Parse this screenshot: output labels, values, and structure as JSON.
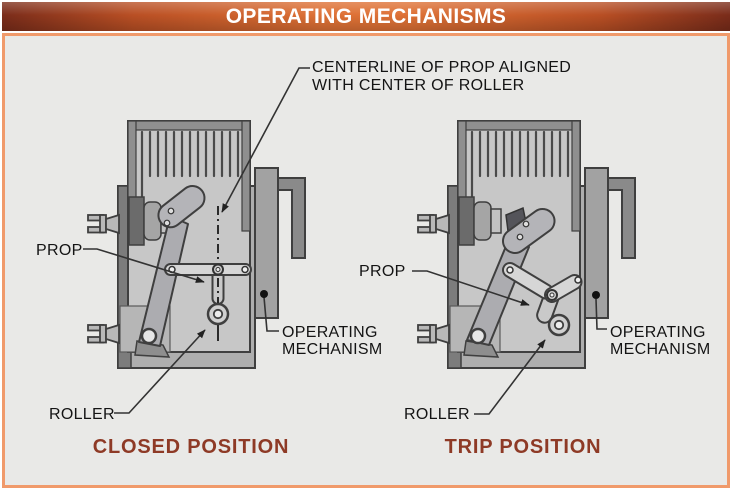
{
  "title": "OPERATING MECHANISMS",
  "colors": {
    "title_gradient_edge": "#7A2C1A",
    "title_gradient_center": "#DE7135",
    "content_border": "#F09A6B",
    "content_background": "#E9E9E7",
    "caption_color": "#8E3A26",
    "label_color": "#141414"
  },
  "shared_annotation": {
    "centerline_note": "CENTERLINE OF PROP ALIGNED\nWITH CENTER OF ROLLER"
  },
  "closed_diagram": {
    "caption": "CLOSED POSITION",
    "prop_label": "PROP",
    "roller_label": "ROLLER",
    "operating_mechanism_label": "OPERATING\nMECHANISM"
  },
  "trip_diagram": {
    "caption": "TRIP POSITION",
    "prop_label": "PROP",
    "roller_label": "ROLLER",
    "operating_mechanism_label": "OPERATING\nMECHANISM"
  }
}
